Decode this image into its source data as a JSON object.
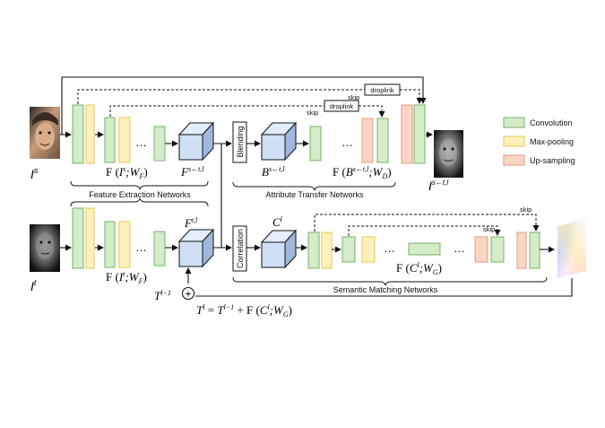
{
  "legend": {
    "convolution": "Convolution",
    "max_pooling": "Max-pooling",
    "up_sampling": "Up-sampling"
  },
  "colors": {
    "conv_fill": "#d4ecc7",
    "conv_stroke": "#7ab26a",
    "pool_fill": "#fdf2be",
    "pool_stroke": "#e8c84a",
    "up_fill": "#fbd6c6",
    "up_stroke": "#e39a80",
    "cube_front": "#cfe0f6",
    "cube_top": "#e3edfb",
    "cube_side": "#9fb9de"
  },
  "labels": {
    "is": "I",
    "is_sup": "s",
    "it": "I",
    "it_sup": "t",
    "output": "I",
    "output_sup": "s←t,l",
    "f_is_pre": "F (",
    "f_is_var": "I",
    "f_is_sup": "s",
    "f_is_post": ";W",
    "f_is_sub": "F",
    "f_it_pre": "F (",
    "f_it_var": "I",
    "f_it_sup": "t",
    "f_it_post": ";W",
    "f_it_sub": "F",
    "fs_var": "F",
    "fs_sup": "s←t,l",
    "ft_var": "F",
    "ft_sup": "t,l",
    "b_var": "B",
    "b_sup": "s←t,l",
    "fb_pre": "F (",
    "fb_var": "B",
    "fb_sup": "s←t,l",
    "fb_post": ";W",
    "fb_sub": "D",
    "c_var": "C",
    "c_sup": "l",
    "fc_pre": "F (",
    "fc_var": "C",
    "fc_sup": "l",
    "fc_post": ";W",
    "fc_sub": "G",
    "tprev_var": "T",
    "tprev_sup": "l−1",
    "teq_lhs": "T",
    "teq_lhs_sup": "l",
    "teq_eq": " = ",
    "teq_t": "T",
    "teq_t_sup": "l−1",
    "teq_plus": " + F (",
    "teq_c": "C",
    "teq_c_sup": "l",
    "teq_semi": ";W",
    "teq_sub": "G",
    "close_paren": ")"
  },
  "modules": {
    "blending": "Blending",
    "correlation": "Correlation"
  },
  "sections": {
    "feature_extraction": "Feature Extraction Networks",
    "attribute_transfer": "Attribute Transfer Networks",
    "semantic_matching": "Semantic Matching Networks"
  },
  "skips": {
    "skip": "skip",
    "droplink": "droplink"
  },
  "ellipsis": "…",
  "plus_sign": "+"
}
